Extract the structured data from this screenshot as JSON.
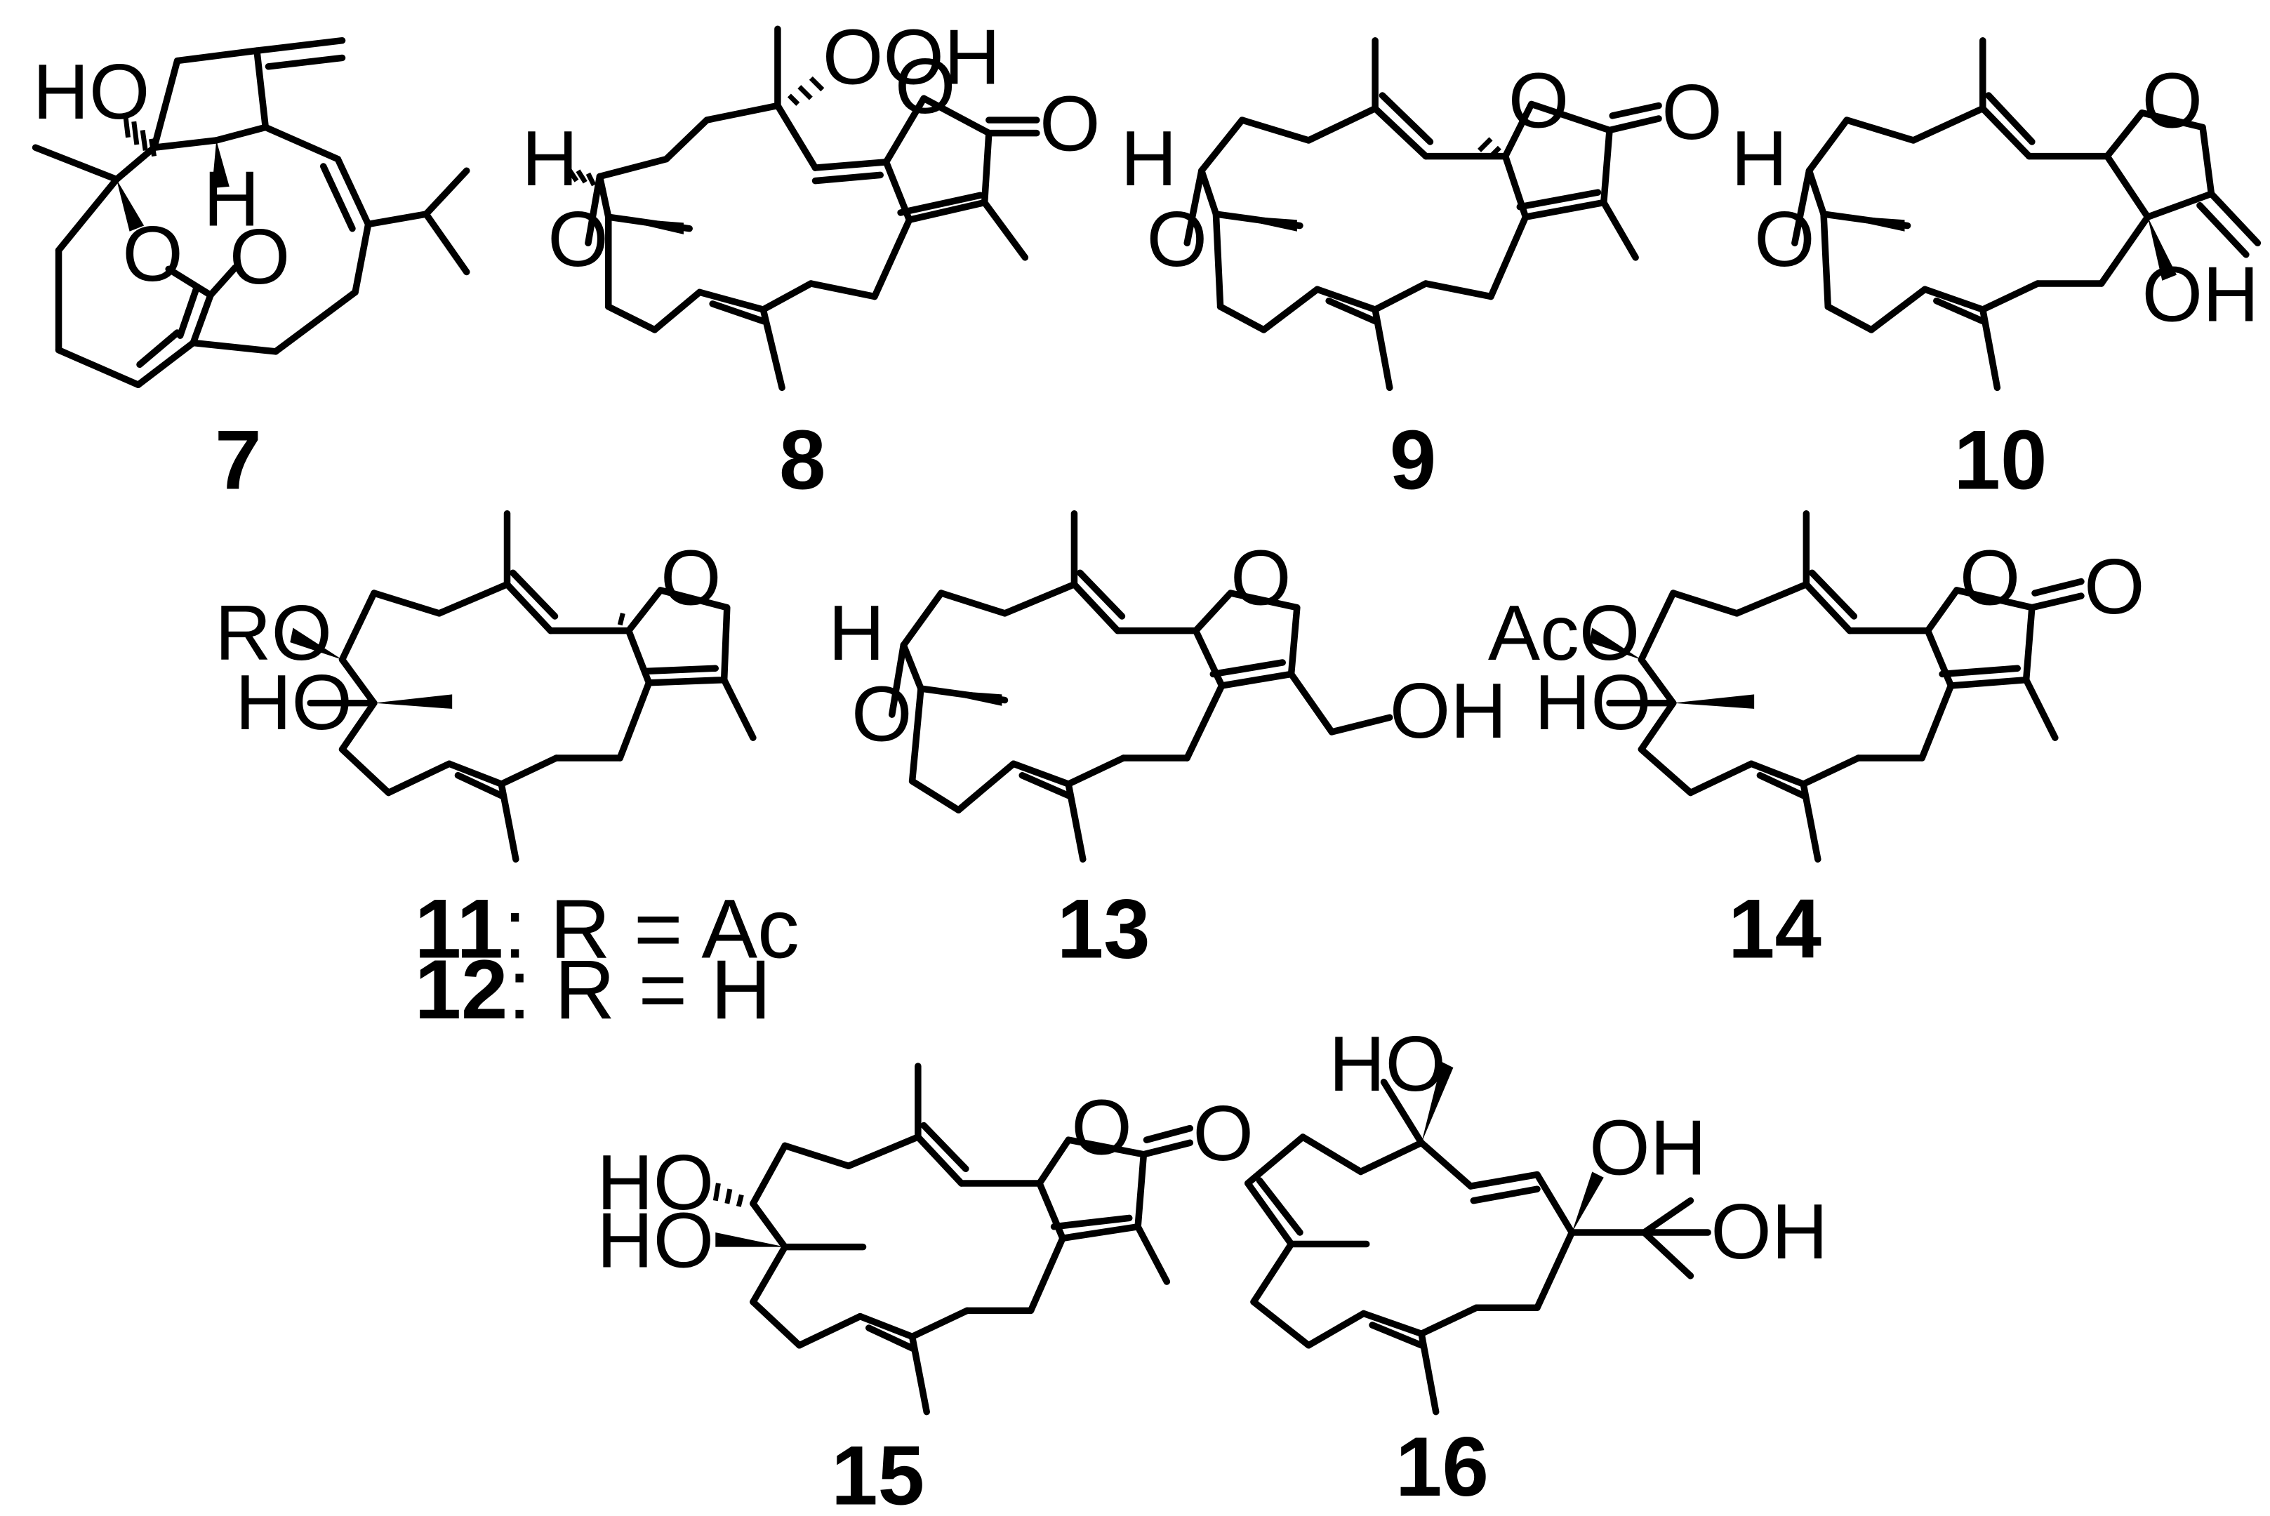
{
  "atoms": {
    "HO": "HO",
    "OH": "OH",
    "O": "O",
    "H": "H",
    "OOH": "OOH",
    "RO": "RO",
    "AcO": "AcO"
  },
  "compounds": [
    {
      "id": "7",
      "label": "7"
    },
    {
      "id": "8",
      "label": "8"
    },
    {
      "id": "9",
      "label": "9"
    },
    {
      "id": "10",
      "label": "10"
    },
    {
      "id": "11",
      "label": "11",
      "suffix": ": R = Ac"
    },
    {
      "id": "12",
      "label": "12",
      "suffix": ": R = H"
    },
    {
      "id": "13",
      "label": "13"
    },
    {
      "id": "14",
      "label": "14"
    },
    {
      "id": "15",
      "label": "15"
    },
    {
      "id": "16",
      "label": "16"
    }
  ]
}
